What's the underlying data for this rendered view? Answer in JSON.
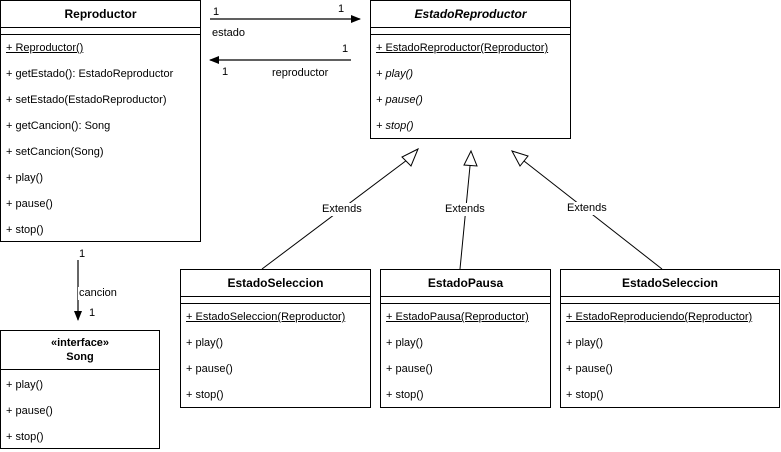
{
  "classes": {
    "reproductor": {
      "name": "Reproductor",
      "ops": [
        "+ Reproductor()",
        "+ getEstado(): EstadoReproductor",
        "+ setEstado(EstadoReproductor)",
        "+ getCancion(): Song",
        "+ setCancion(Song)",
        "+ play()",
        "+ pause()",
        "+ stop()"
      ]
    },
    "estado_reproductor": {
      "name": "EstadoReproductor",
      "ops": [
        "+ EstadoReproductor(Reproductor)",
        "+ play()",
        "+ pause()",
        "+ stop()"
      ]
    },
    "song": {
      "stereotype": "«interface»",
      "name": "Song",
      "ops": [
        "+ play()",
        "+ pause()",
        "+ stop()"
      ]
    },
    "estado_seleccion": {
      "name": "EstadoSeleccion",
      "ops": [
        "+ EstadoSeleccion(Reproductor)",
        "+ play()",
        "+ pause()",
        "+ stop()"
      ]
    },
    "estado_pausa": {
      "name": "EstadoPausa",
      "ops": [
        "+ EstadoPausa(Reproductor)",
        "+ play()",
        "+ pause()",
        "+ stop()"
      ]
    },
    "estado_seleccion_2": {
      "name": "EstadoSeleccion",
      "ops": [
        "+ EstadoReproduciendo(Reproductor)",
        "+ play()",
        "+ pause()",
        "+ stop()"
      ]
    }
  },
  "associations": {
    "estado": {
      "role": "estado",
      "mult_source": "1",
      "mult_target": "1"
    },
    "reproductor": {
      "role": "reproductor",
      "mult_source": "1",
      "mult_target": "1"
    },
    "cancion": {
      "role": "cancion",
      "mult_source": "1",
      "mult_target": "1"
    }
  },
  "extends_label": "Extends"
}
